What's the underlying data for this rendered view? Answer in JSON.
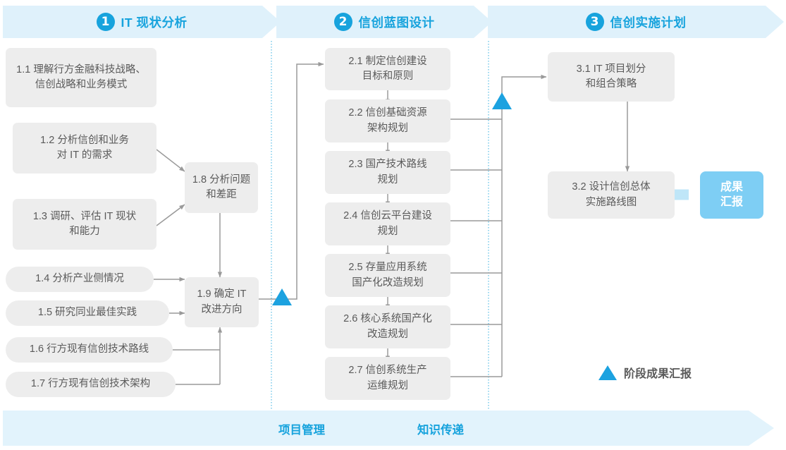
{
  "diagram": {
    "title": "信创IT规划三阶段流程图",
    "colors": {
      "accent": "#17a3dd",
      "banner_fill": "#dff1fb",
      "box_fill": "#ededed",
      "box_text": "#5a5a5a",
      "result_fill": "#7ecef4",
      "connector": "#9a9a9a",
      "divider": "#6ec6e9"
    },
    "phases": [
      {
        "number": "1",
        "title": "IT 现状分析"
      },
      {
        "number": "2",
        "title": "信创蓝图设计"
      },
      {
        "number": "3",
        "title": "信创实施计划"
      }
    ],
    "phase1_boxes": [
      {
        "id": "1.1",
        "text": "1.1 理解行方金融科技战略、\n信创战略和业务模式"
      },
      {
        "id": "1.2",
        "text": "1.2 分析信创和业务\n对 IT 的需求"
      },
      {
        "id": "1.3",
        "text": "1.3 调研、评估 IT 现状\n和能力"
      },
      {
        "id": "1.4",
        "text": "1.4 分析产业侧情况"
      },
      {
        "id": "1.5",
        "text": "1.5 研究同业最佳实践"
      },
      {
        "id": "1.6",
        "text": "1.6 行方现有信创技术路线"
      },
      {
        "id": "1.7",
        "text": "1.7 行方现有信创技术架构"
      },
      {
        "id": "1.8",
        "text": "1.8 分析问题\n和差距"
      },
      {
        "id": "1.9",
        "text": "1.9 确定 IT\n改进方向"
      }
    ],
    "phase2_boxes": [
      {
        "id": "2.1",
        "text": "2.1 制定信创建设\n目标和原则"
      },
      {
        "id": "2.2",
        "text": "2.2 信创基础资源\n架构规划"
      },
      {
        "id": "2.3",
        "text": "2.3 国产技术路线\n规划"
      },
      {
        "id": "2.4",
        "text": "2.4 信创云平台建设\n规划"
      },
      {
        "id": "2.5",
        "text": "2.5 存量应用系统\n国产化改造规划"
      },
      {
        "id": "2.6",
        "text": "2.6 核心系统国产化\n改造规划"
      },
      {
        "id": "2.7",
        "text": "2.7 信创系统生产\n运维规划"
      }
    ],
    "phase3_boxes": [
      {
        "id": "3.1",
        "text": "3.1 IT 项目划分\n和组合策略"
      },
      {
        "id": "3.2",
        "text": "3.2 设计信创总体\n实施路线图"
      }
    ],
    "result": {
      "text": "成果\n汇报"
    },
    "legend": {
      "label": "阶段成果汇报",
      "marker": "triangle-marker"
    },
    "bottom_band": {
      "labels": [
        "项目管理",
        "知识传递"
      ]
    }
  }
}
